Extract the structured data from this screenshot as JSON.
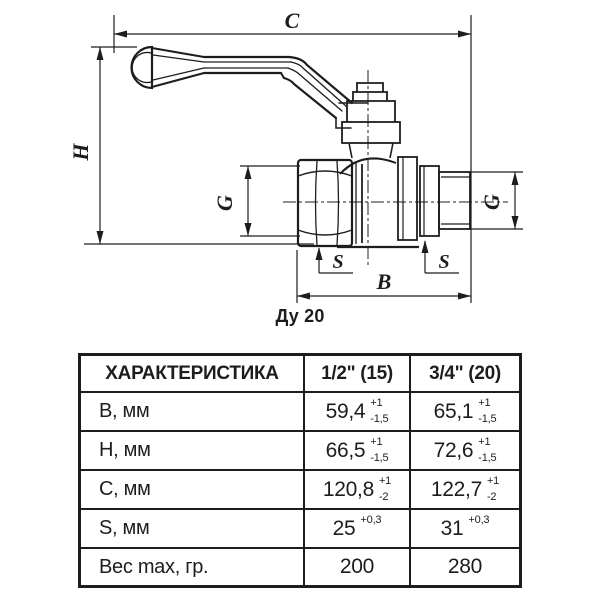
{
  "colors": {
    "ink": "#1d1d1d",
    "background": "#ffffff"
  },
  "drawing": {
    "caption": "Ду 20",
    "labels": {
      "c": "C",
      "h": "H",
      "g_left": "G",
      "g_right": "G",
      "s_left": "S",
      "s_right": "S",
      "b": "B"
    }
  },
  "table": {
    "headers": [
      "ХАРАКТЕРИСТИКА",
      "1/2\" (15)",
      "3/4\" (20)"
    ],
    "rows": [
      {
        "label": "B, мм",
        "col1": {
          "value": "59,4",
          "tol_plus": "+1",
          "tol_minus": "-1,5"
        },
        "col2": {
          "value": "65,1",
          "tol_plus": "+1",
          "tol_minus": "-1,5"
        }
      },
      {
        "label": "H, мм",
        "col1": {
          "value": "66,5",
          "tol_plus": "+1",
          "tol_minus": "-1,5"
        },
        "col2": {
          "value": "72,6",
          "tol_plus": "+1",
          "tol_minus": "-1,5"
        }
      },
      {
        "label": "C, мм",
        "col1": {
          "value": "120,8",
          "tol_plus": "+1",
          "tol_minus": "-2"
        },
        "col2": {
          "value": "122,7",
          "tol_plus": "+1",
          "tol_minus": "-2"
        }
      },
      {
        "label": "S, мм",
        "col1": {
          "value": "25",
          "tol_plus": "+0,3",
          "tol_minus": ""
        },
        "col2": {
          "value": "31",
          "tol_plus": "+0,3",
          "tol_minus": ""
        }
      },
      {
        "label": "Вес max, гр.",
        "col1": {
          "value": "200",
          "tol_plus": "",
          "tol_minus": ""
        },
        "col2": {
          "value": "280",
          "tol_plus": "",
          "tol_minus": ""
        }
      }
    ]
  }
}
